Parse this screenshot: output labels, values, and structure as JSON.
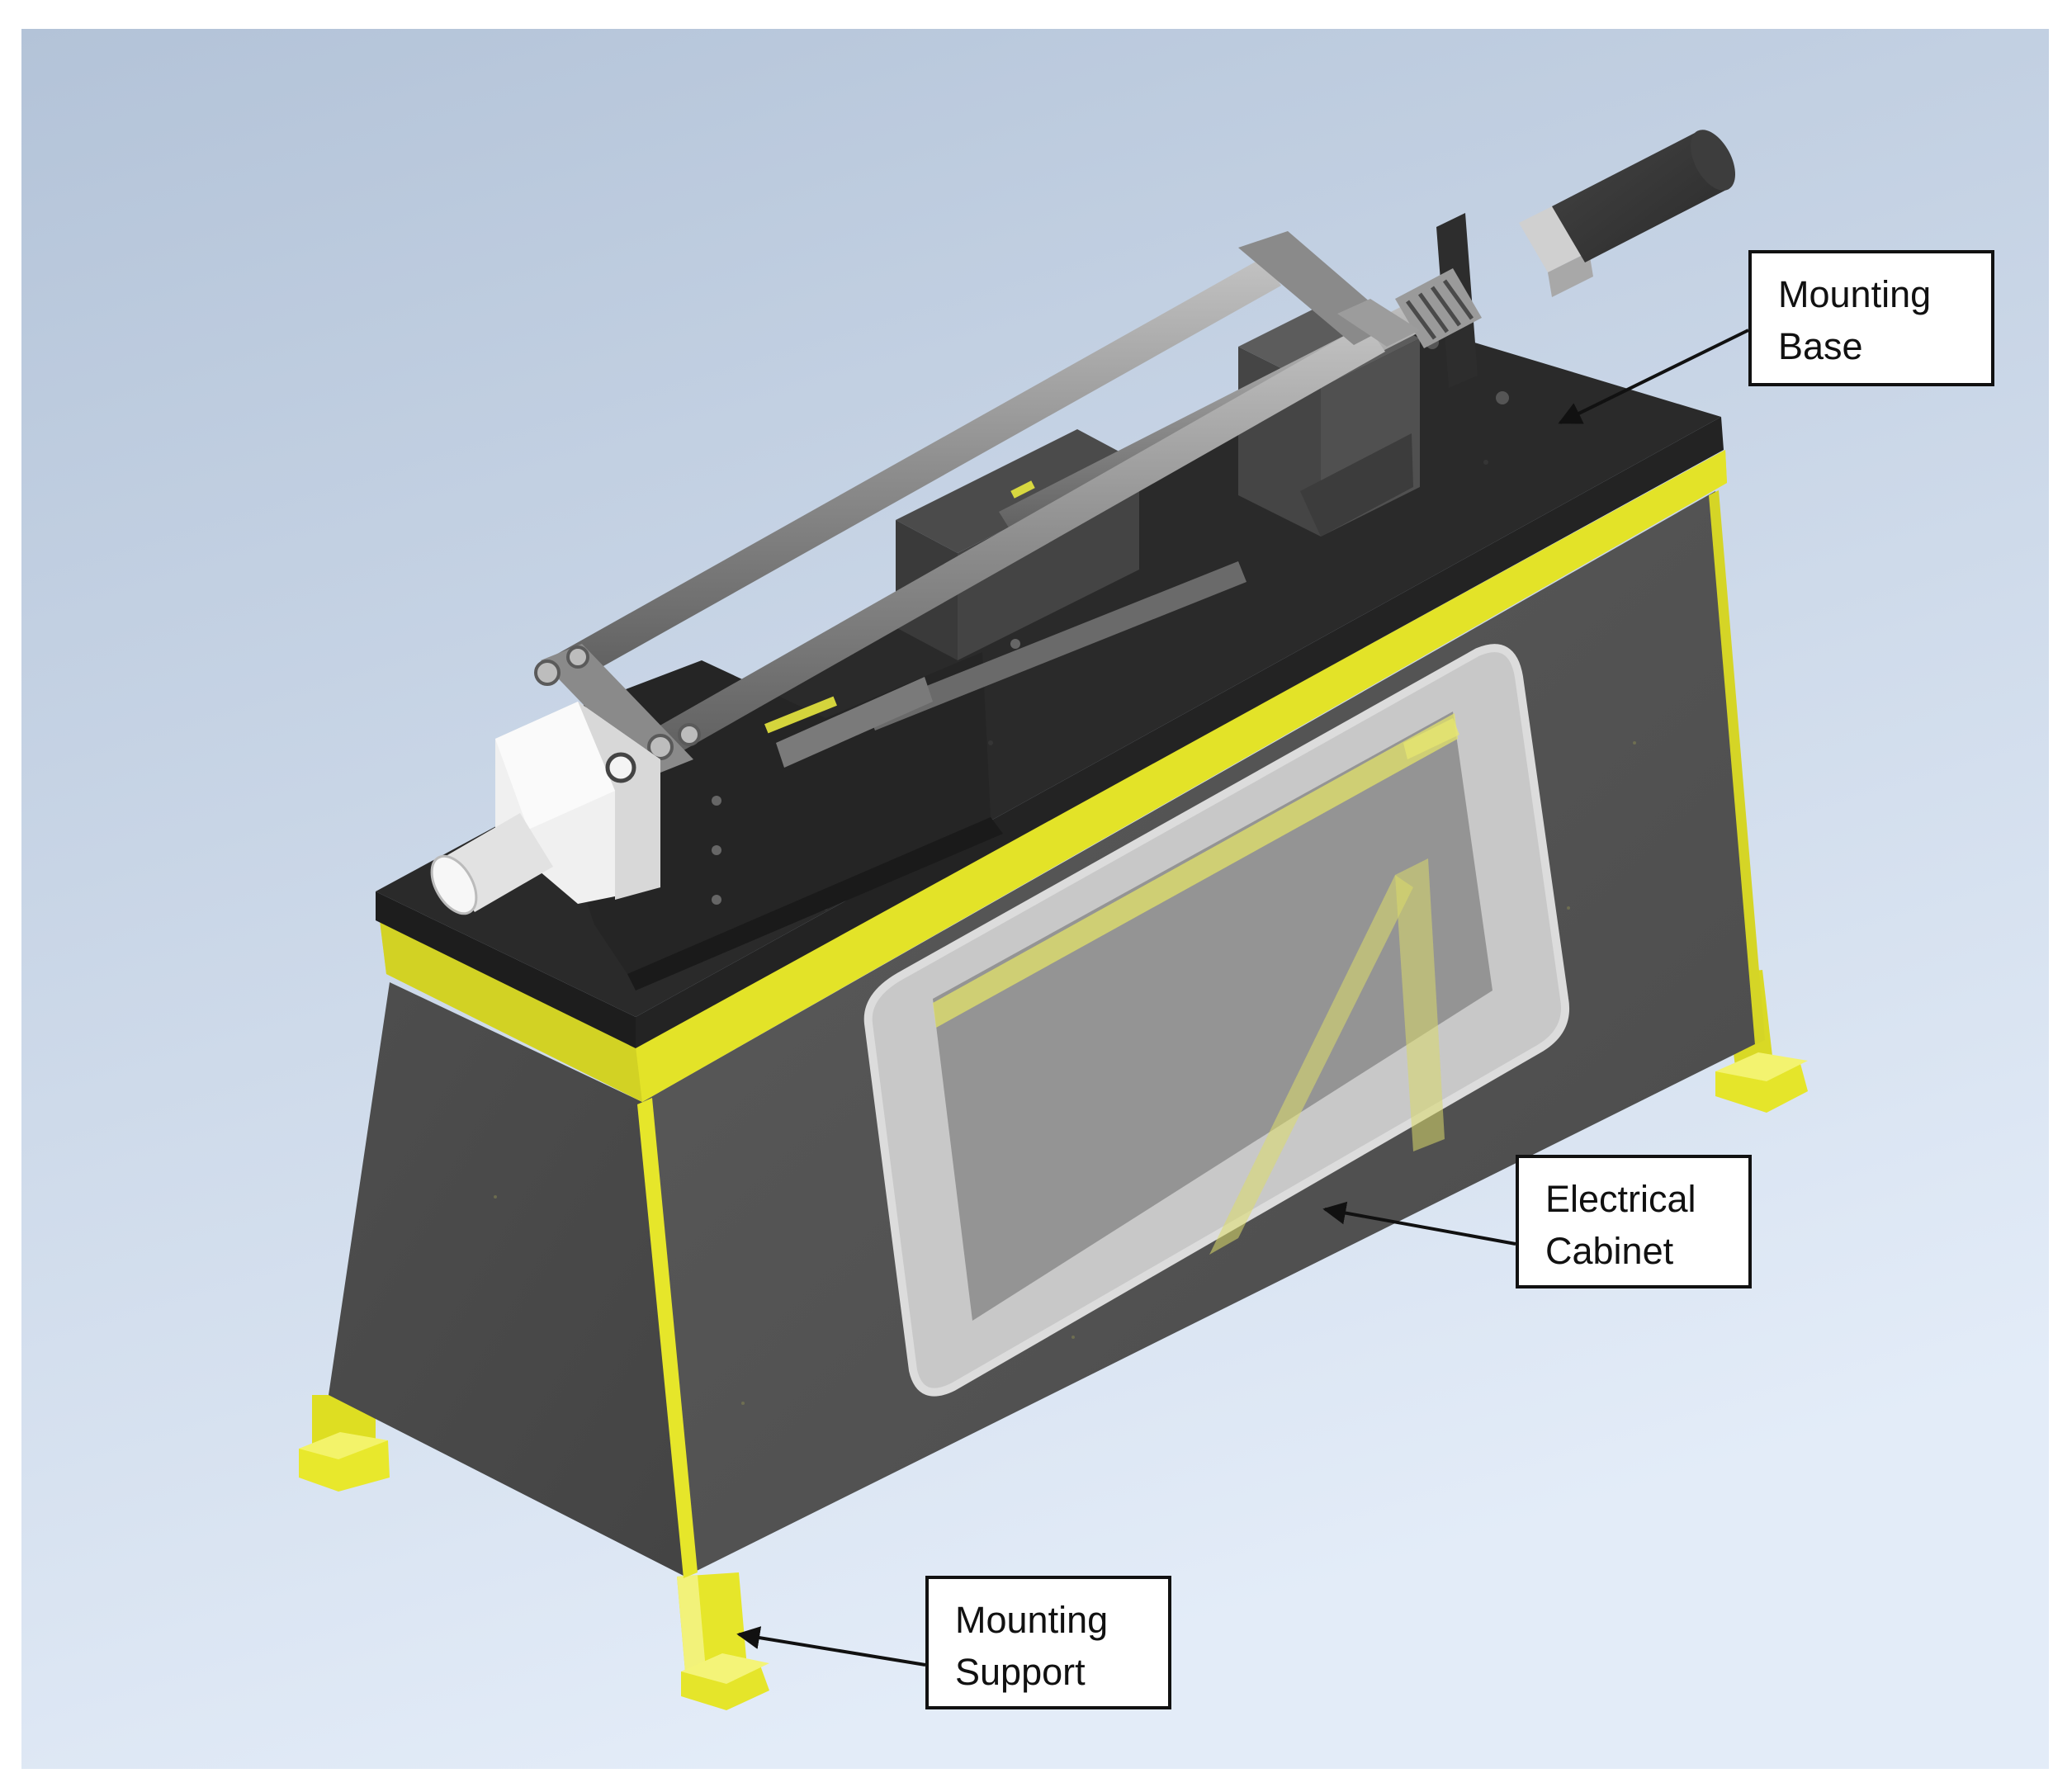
{
  "colors": {
    "background_top": "#b3c3d8",
    "background_bottom": "#e3ecf8",
    "frame_accent": "#e6e62a",
    "granite_top": "#262626",
    "cabinet_panel": "#575757",
    "rods": "#8f8f8f",
    "white_housing": "#eeeeee",
    "callout_border": "#111111"
  },
  "callouts": {
    "mounting_base": {
      "line1": "Mounting",
      "line2": "Base"
    },
    "electrical_cabinet": {
      "line1": "Electrical",
      "line2": "Cabinet"
    },
    "mounting_support": {
      "line1": "Mounting",
      "line2": "Support"
    }
  }
}
